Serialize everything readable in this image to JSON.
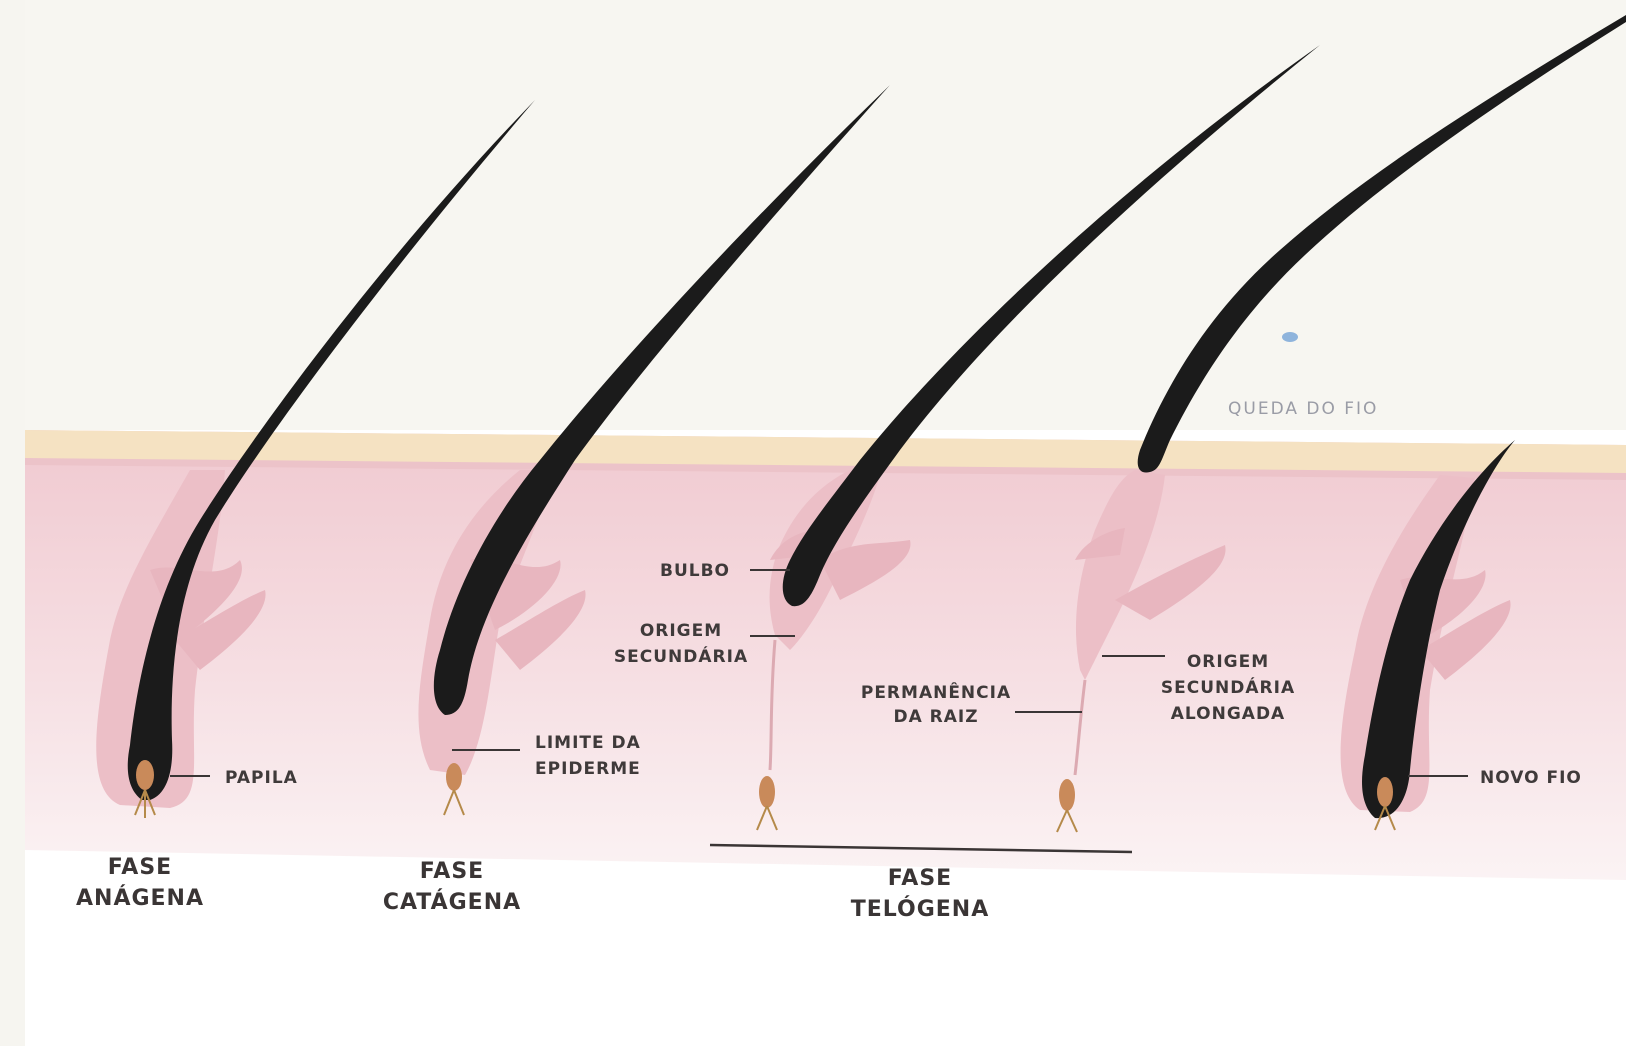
{
  "labels": {
    "papila": "PAPILA",
    "limite_1": "LIMITE DA",
    "limite_2": "EPIDERME",
    "bulbo": "BULBO",
    "origem_1": "ORIGEM",
    "origem_2": "SECUNDÁRIA",
    "permanencia_1": "PERMANÊNCIA",
    "permanencia_2": "DA RAIZ",
    "alongada_1": "ORIGEM",
    "alongada_2": "SECUNDÁRIA",
    "alongada_3": "ALONGADA",
    "novo_fio": "NOVO FIO",
    "queda": "QUEDA DO FIO"
  },
  "phases": {
    "anagena_1": "FASE",
    "anagena_2": "ANÁGENA",
    "catagena_1": "FASE",
    "catagena_2": "CATÁGENA",
    "telogena_1": "FASE",
    "telogena_2": "TELÓGENA"
  },
  "colors": {
    "background": "#f6f5f0",
    "epidermis": "#f1e0c4",
    "dermis": "#f3d9dc",
    "follicle": "#e8b9c2",
    "hair": "#1c1c1c",
    "papilla": "#c98a5a"
  }
}
